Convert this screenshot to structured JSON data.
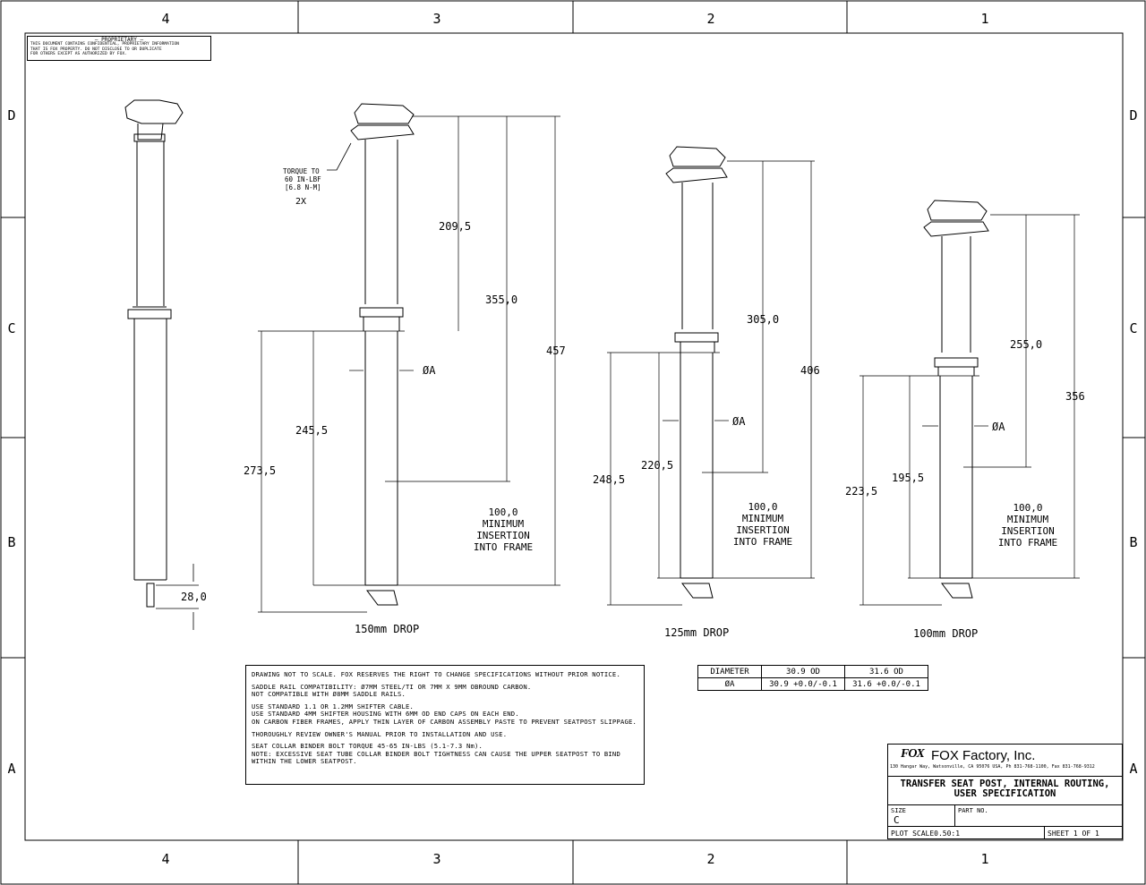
{
  "border": {
    "cols_top": [
      "4",
      "3",
      "2",
      "1"
    ],
    "cols_bottom": [
      "4",
      "3",
      "2",
      "1"
    ],
    "rows_left": [
      "D",
      "C",
      "B",
      "A"
    ],
    "rows_right": [
      "D",
      "C",
      "B",
      "A"
    ]
  },
  "proprietary": {
    "title": "— PROPRIETARY —",
    "lines": [
      "THIS DOCUMENT CONTAINS CONFIDENTIAL, PROPRIETARY INFORMATION",
      "THAT IS FOX PROPERTY.  DO NOT DISCLOSE TO OR DUPLICATE",
      "FOR OTHERS EXCEPT AS AUTHORIZED BY FOX."
    ]
  },
  "torque_note": [
    "TORQUE TO",
    "60 IN-LBF",
    "[6.8 N-M]",
    "2X"
  ],
  "posts": {
    "p1": {
      "dim_bottom": "28,0"
    },
    "p150": {
      "label": "150mm DROP",
      "d_top": "209,5",
      "d_mid": "355,0",
      "d_total": "457",
      "d_lower": "245,5",
      "d_outer": "273,5",
      "dia": "ØA",
      "insertion": [
        "100,0",
        "MINIMUM",
        "INSERTION",
        "INTO FRAME"
      ]
    },
    "p125": {
      "label": "125mm DROP",
      "d_mid": "305,0",
      "d_total": "406",
      "d_lower": "220,5",
      "d_outer": "248,5",
      "dia": "ØA",
      "insertion": [
        "100,0",
        "MINIMUM",
        "INSERTION",
        "INTO FRAME"
      ]
    },
    "p100": {
      "label": "100mm DROP",
      "d_mid": "255,0",
      "d_total": "356",
      "d_lower": "195,5",
      "d_outer": "223,5",
      "dia": "ØA",
      "insertion": [
        "100,0",
        "MINIMUM",
        "INSERTION",
        "INTO FRAME"
      ]
    }
  },
  "notes": [
    "DRAWING NOT TO SCALE.  FOX RESERVES THE RIGHT TO CHANGE SPECIFICATIONS WITHOUT PRIOR NOTICE.",
    "SADDLE RAIL COMPATIBILITY: Ø7MM STEEL/TI OR 7MM X 9MM OBROUND CARBON.\nNOT COMPATIBLE WITH Ø8MM SADDLE RAILS.",
    "USE STANDARD 1.1 OR 1.2MM SHIFTER CABLE.\nUSE STANDARD 4MM SHIFTER HOUSING WITH 6MM OD END CAPS ON EACH END.\nON CARBON FIBER FRAMES, APPLY THIN LAYER OF CARBON ASSEMBLY PASTE TO PREVENT SEATPOST SLIPPAGE.",
    "THOROUGHLY REVIEW OWNER'S MANUAL PRIOR TO INSTALLATION AND USE.",
    "SEAT COLLAR BINDER BOLT TORQUE 45-65 IN-LBS (5.1-7.3 Nm).\nNOTE: EXCESSIVE SEAT TUBE COLLAR BINDER BOLT TIGHTNESS CAN CAUSE THE UPPER SEATPOST TO BIND\nWITHIN THE LOWER SEATPOST."
  ],
  "spec_table": {
    "headers": [
      "DIAMETER",
      "30.9 OD",
      "31.6 OD"
    ],
    "row": [
      "ØA",
      "30.9 +0.0/-0.1",
      "31.6 +0.0/-0.1"
    ]
  },
  "title_block": {
    "logo": "FOX",
    "company": "FOX Factory, Inc.",
    "address": "130 Hangar Way, Watsonville, CA 95076 USA, Ph 831-768-1100, Fax 831-768-9312",
    "title_line1": "TRANSFER SEAT POST, INTERNAL ROUTING,",
    "title_line2": "USER SPECIFICATION",
    "size_label": "SIZE",
    "size_value": "C",
    "part_label": "PART NO.",
    "plot_scale": "PLOT SCALE0.50:1",
    "sheet": "SHEET 1 OF 1"
  }
}
